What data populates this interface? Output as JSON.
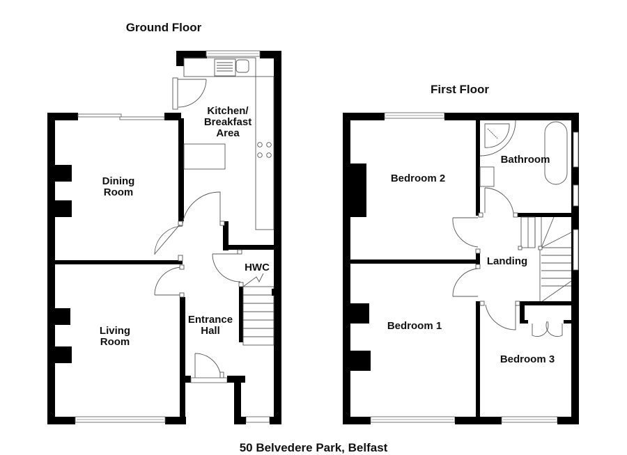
{
  "plan": {
    "address": "50 Belvedere Park, Belfast",
    "colors": {
      "wall": "#000000",
      "line": "#555555",
      "background": "#ffffff",
      "text": "#111111"
    }
  },
  "ground_floor": {
    "title": "Ground Floor",
    "rooms": {
      "kitchen": "Kitchen/\nBreakfast\nArea",
      "dining": "Dining\nRoom",
      "living": "Living\nRoom",
      "hall": "Entrance\nHall",
      "hwc": "HWC"
    }
  },
  "first_floor": {
    "title": "First Floor",
    "rooms": {
      "bedroom2": "Bedroom 2",
      "bathroom": "Bathroom",
      "landing": "Landing",
      "bedroom1": "Bedroom 1",
      "bedroom3": "Bedroom 3"
    }
  }
}
